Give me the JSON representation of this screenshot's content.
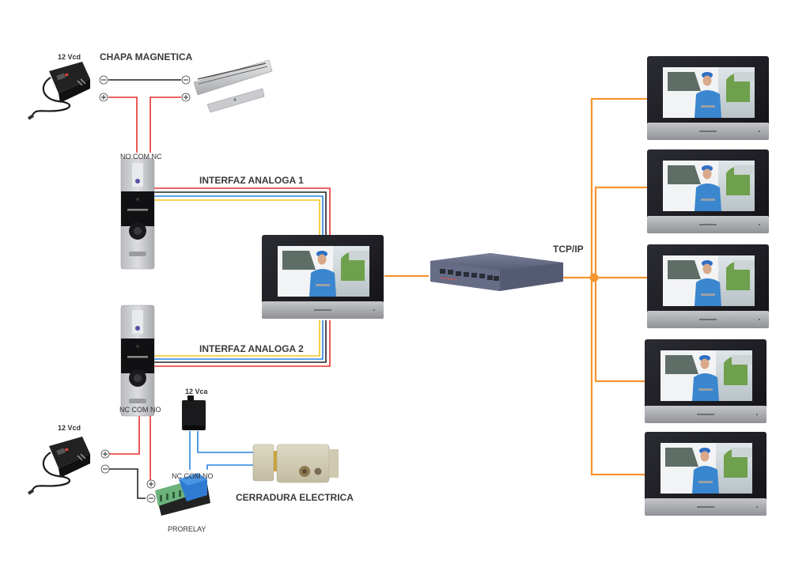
{
  "diagram": {
    "type": "video-intercom-wiring",
    "colors": {
      "wire_red": "#e8302f",
      "wire_black": "#222222",
      "wire_blue": "#2a84e0",
      "wire_yellow": "#f5c518",
      "network_orange": "#f7962f",
      "monitor_bezel": "#1c1c22",
      "monitor_base": "#a6a8ad",
      "switch_body": "#5b6178"
    },
    "labels": {
      "psu_top_voltage": "12 Vcd",
      "magnetic_lock": "CHAPA MAGNETICA",
      "door1_terminals": "NO COM NC",
      "interface1": "INTERFAZ ANALOGA 1",
      "interface2": "INTERFAZ ANALOGA 2",
      "door2_terminals": "NC COM NO",
      "ac_transformer_voltage": "12 Vca",
      "psu_bottom_voltage": "12 Vcd",
      "relay_terminals": "NC COM NO",
      "relay_name": "PRORELAY",
      "electric_lock": "CERRADURA ELECTRICA",
      "network": "TCP/IP"
    },
    "polarity": {
      "minus": "−",
      "plus": "+"
    },
    "nodes": [
      {
        "id": "psu-top",
        "name": "12 Vcd power supply"
      },
      {
        "id": "maglock",
        "name": "Magnetic lock"
      },
      {
        "id": "door-station-1",
        "name": "Door station 1"
      },
      {
        "id": "door-station-2",
        "name": "Door station 2"
      },
      {
        "id": "main-monitor",
        "name": "Indoor monitor"
      },
      {
        "id": "poe-switch",
        "name": "PoE switch"
      },
      {
        "id": "monitor-1",
        "name": "Indoor monitor 1"
      },
      {
        "id": "monitor-2",
        "name": "Indoor monitor 2"
      },
      {
        "id": "monitor-3",
        "name": "Indoor monitor 3"
      },
      {
        "id": "monitor-4",
        "name": "Indoor monitor 4"
      },
      {
        "id": "monitor-5",
        "name": "Indoor monitor 5"
      },
      {
        "id": "ac-transformer",
        "name": "12 Vca transformer"
      },
      {
        "id": "psu-bottom",
        "name": "12 Vcd power supply"
      },
      {
        "id": "relay",
        "name": "PRORELAY"
      },
      {
        "id": "electric-lock",
        "name": "Electric lock"
      }
    ],
    "edges": [
      {
        "from": "psu-top",
        "to": "maglock",
        "wire": "black",
        "polarity": "-"
      },
      {
        "from": "psu-top",
        "to": "door-station-1",
        "wire": "red",
        "terminal": "COM"
      },
      {
        "from": "door-station-1",
        "to": "maglock",
        "wire": "red",
        "terminal": "NC"
      },
      {
        "from": "door-station-1",
        "to": "main-monitor",
        "wire": "4-wire red/black/blue/yellow",
        "label": "INTERFAZ ANALOGA 1"
      },
      {
        "from": "door-station-2",
        "to": "main-monitor",
        "wire": "4-wire yellow/blue/black/red",
        "label": "INTERFAZ ANALOGA 2"
      },
      {
        "from": "main-monitor",
        "to": "poe-switch",
        "wire": "orange network"
      },
      {
        "from": "poe-switch",
        "to": "monitor-1",
        "wire": "orange network",
        "label": "TCP/IP"
      },
      {
        "from": "poe-switch",
        "to": "monitor-2",
        "wire": "orange network"
      },
      {
        "from": "poe-switch",
        "to": "monitor-3",
        "wire": "orange network"
      },
      {
        "from": "poe-switch",
        "to": "monitor-4",
        "wire": "orange network"
      },
      {
        "from": "poe-switch",
        "to": "monitor-5",
        "wire": "orange network"
      },
      {
        "from": "psu-bottom",
        "to": "door-station-2",
        "wire": "red",
        "polarity": "+",
        "terminal": "COM"
      },
      {
        "from": "door-station-2",
        "to": "relay",
        "wire": "red",
        "polarity": "+",
        "terminal": "NO"
      },
      {
        "from": "psu-bottom",
        "to": "relay",
        "wire": "black",
        "polarity": "-"
      },
      {
        "from": "ac-transformer",
        "to": "relay",
        "wire": "blue",
        "terminal": "COM"
      },
      {
        "from": "ac-transformer",
        "to": "electric-lock",
        "wire": "blue"
      },
      {
        "from": "relay",
        "to": "electric-lock",
        "wire": "blue",
        "terminal": "NO"
      }
    ]
  }
}
